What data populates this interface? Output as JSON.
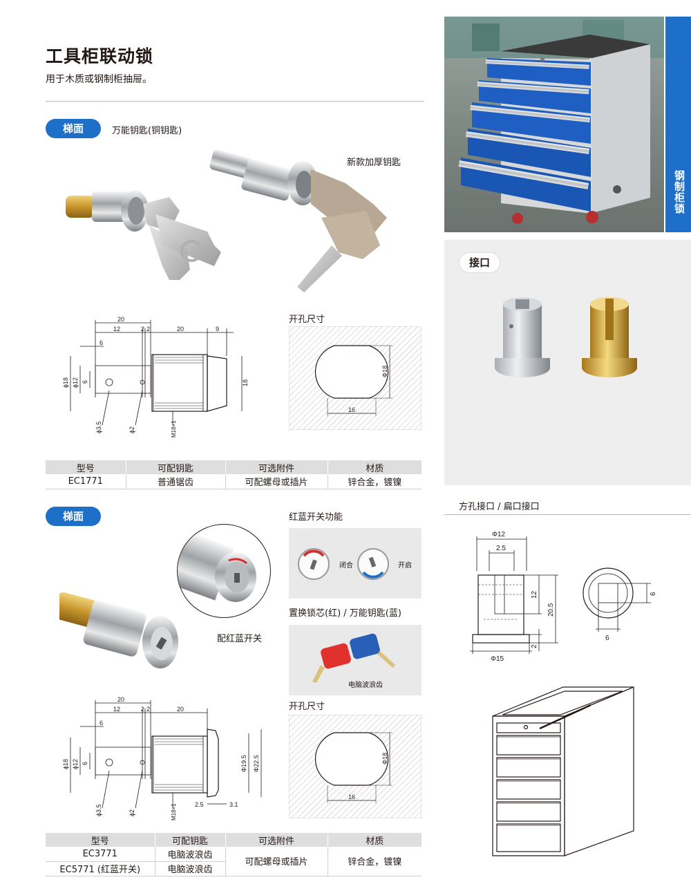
{
  "header": {
    "title": "工具柜联动锁",
    "subtitle": "用于木质或钢制柜抽屉。"
  },
  "side_tab": {
    "label": "钢制柜锁"
  },
  "section1": {
    "badge": "梯面",
    "key_type": "万能钥匙(铜钥匙)",
    "new_key_label": "新款加厚钥匙",
    "cutout_label": "开孔尺寸",
    "drawing": {
      "d20": "20",
      "d12": "12",
      "d2a": "2",
      "d2b": "2",
      "d6": "6",
      "d20b": "20",
      "d9": "9",
      "phi18": "ϕ18",
      "phi12": "ϕ12",
      "d6v": "6",
      "d18": "18",
      "phi35": "ϕ3.5",
      "phi2": "ϕ2",
      "m18": "M18×1"
    },
    "cutout": {
      "phi": "Φ18",
      "width": "16"
    },
    "table": {
      "headers": [
        "型号",
        "可配钥匙",
        "可选附件",
        "材质"
      ],
      "rows": [
        [
          "EC1771",
          "普通锯齿",
          "可配螺母或插片",
          "锌合金，镀镍"
        ]
      ]
    }
  },
  "section2": {
    "badge": "梯面",
    "switch_function_label": "红蓝开关功能",
    "switch_closed": "闭合",
    "switch_open": "开启",
    "core_label": "置换锁芯(红) / 万能钥匙(蓝)",
    "wave_label": "电脑波浪齿",
    "red_blue_switch": "配红蓝开关",
    "cutout_label": "开孔尺寸",
    "drawing": {
      "d20": "20",
      "d12": "12",
      "d2a": "2",
      "d2b": "2",
      "d6": "6",
      "d20b": "20",
      "phi18": "ϕ18",
      "phi12": "ϕ12",
      "d6v": "6",
      "phi195": "Φ19.5",
      "phi225": "Φ22.5",
      "phi35": "ϕ3.5",
      "phi2": "ϕ2",
      "m18": "M18×1",
      "d25": "2.5",
      "d31": "3.1"
    },
    "cutout": {
      "phi": "Φ18",
      "width": "16"
    },
    "table": {
      "headers": [
        "型号",
        "可配钥匙",
        "可选附件",
        "材质"
      ],
      "rows": [
        [
          "EC3771",
          "电脑波浪齿"
        ],
        [
          "EC5771 (红蓝开关)",
          "电脑波浪齿"
        ]
      ],
      "merged_attachment": "可配螺母或插片",
      "merged_material": "锌合金，镀镍"
    }
  },
  "interface": {
    "badge": "接口",
    "caption": "方孔接口 / 扁口接口",
    "drawing": {
      "phi12": "Φ12",
      "d25": "2.5",
      "d12": "12",
      "d205": "20.5",
      "phi15": "Φ15",
      "d2": "2",
      "sq6v": "6",
      "sq6h": "6"
    }
  },
  "colors": {
    "brand_blue": "#1d6fc7",
    "panel_gray": "#eeeeee",
    "rule_gray": "#b5b5b5"
  }
}
